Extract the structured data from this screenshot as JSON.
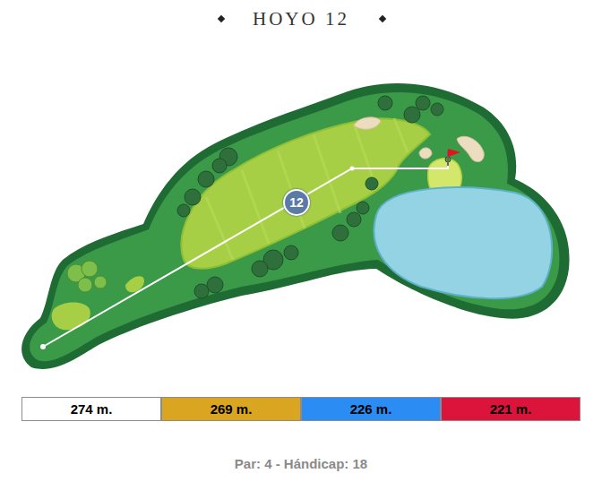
{
  "diagram": {
    "title": "HOYO 12",
    "caption": "Par: 4 - Hándicap: 18",
    "nodes": [
      {
        "text": [
          "12"
        ]
      },
      {
        "text": [
          "274 m."
        ]
      },
      {
        "text": [
          "269 m."
        ]
      },
      {
        "text": [
          "226 m."
        ]
      },
      {
        "text": [
          "221 m."
        ]
      }
    ]
  }
}
